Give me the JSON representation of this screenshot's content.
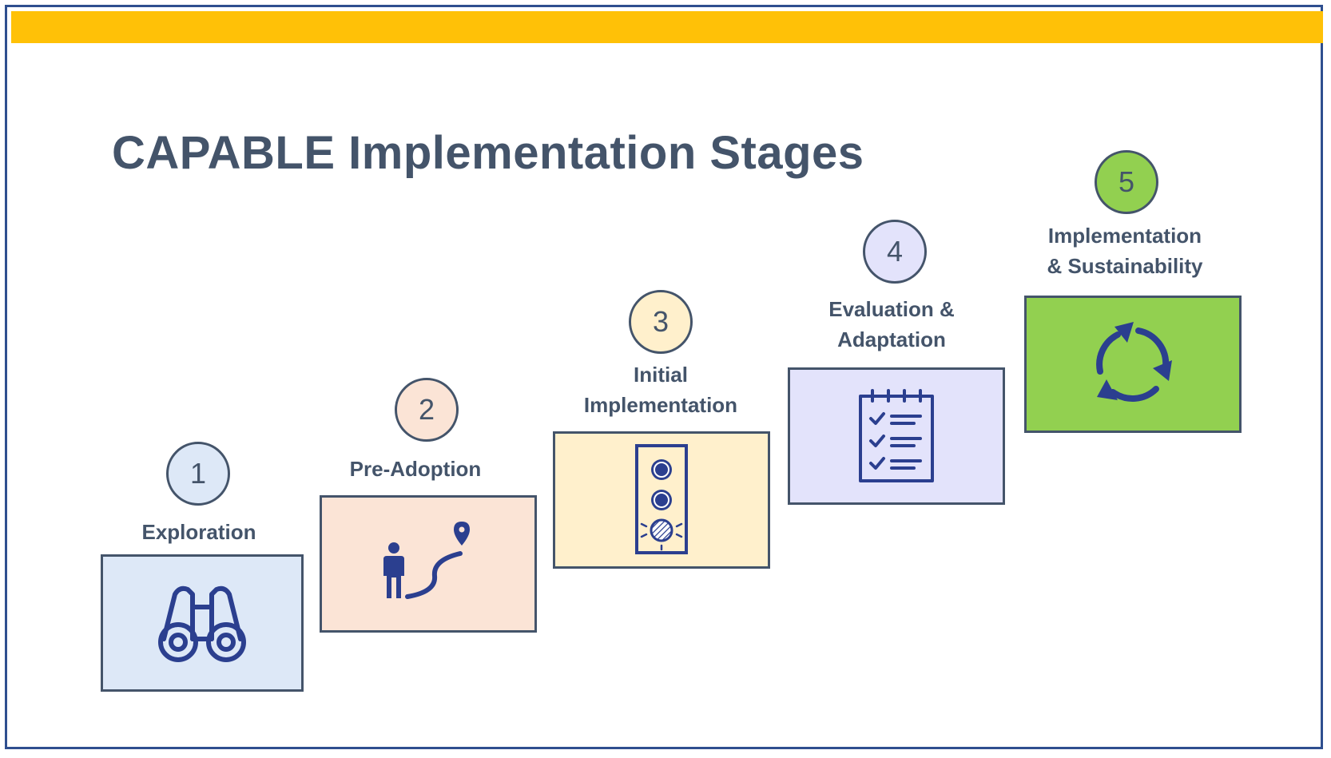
{
  "title": "CAPABLE Implementation Stages",
  "colors": {
    "top_bar": "#ffc107",
    "frame_border": "#2f4f8f",
    "text": "#44546a",
    "icon": "#2b3f8f"
  },
  "stages": [
    {
      "number": "1",
      "label_lines": [
        "Exploration"
      ],
      "fill": "#dde8f7",
      "icon": "binoculars-icon"
    },
    {
      "number": "2",
      "label_lines": [
        "Pre-Adoption"
      ],
      "fill": "#fbe4d6",
      "icon": "person-path-icon"
    },
    {
      "number": "3",
      "label_lines": [
        "Initial",
        "Implementation"
      ],
      "fill": "#fff0cc",
      "icon": "traffic-light-icon"
    },
    {
      "number": "4",
      "label_lines": [
        "Evaluation &",
        "Adaptation"
      ],
      "fill": "#e3e3fb",
      "icon": "checklist-icon"
    },
    {
      "number": "5",
      "label_lines": [
        "Implementation",
        "& Sustainability"
      ],
      "fill": "#92d050",
      "icon": "recycle-arrows-icon"
    }
  ]
}
